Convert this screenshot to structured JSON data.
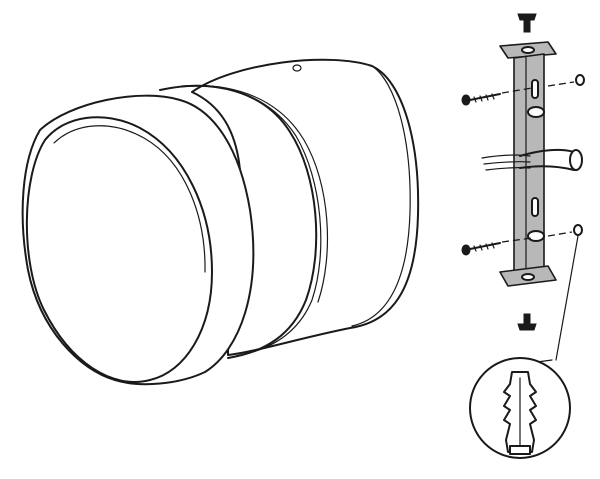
{
  "diagram": {
    "parts": [
      {
        "id": "lamp-body",
        "icon": "cylinder-lamp"
      },
      {
        "id": "front-cap",
        "icon": "disc"
      },
      {
        "id": "mounting-bracket",
        "icon": "bracket"
      },
      {
        "id": "screw-top",
        "icon": "screw"
      },
      {
        "id": "screw-bottom",
        "icon": "screw"
      },
      {
        "id": "wall-screw-upper",
        "icon": "long-screw"
      },
      {
        "id": "wall-screw-lower",
        "icon": "long-screw"
      },
      {
        "id": "cable",
        "icon": "power-cable"
      },
      {
        "id": "wall-plug-detail",
        "icon": "wall-plug"
      }
    ],
    "colors": {
      "line": "#1a1a1a",
      "metal": "#b8b8b8",
      "background": "#ffffff"
    }
  }
}
